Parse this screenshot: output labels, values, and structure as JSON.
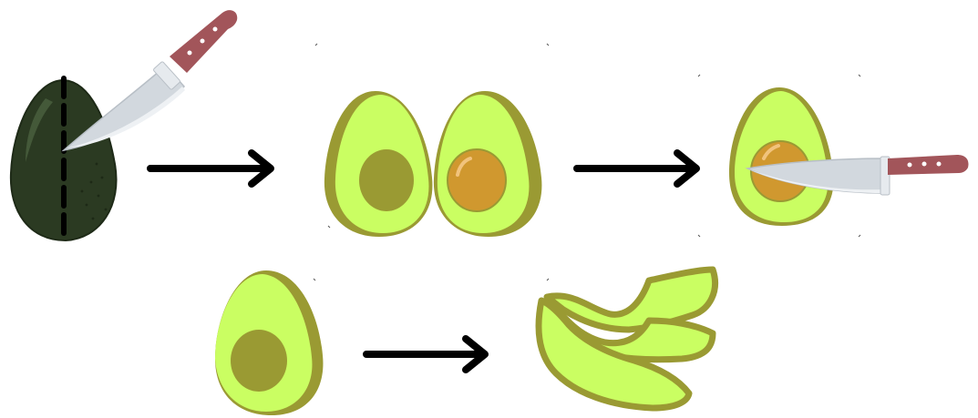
{
  "diagram": {
    "subject": "avocado",
    "steps": [
      {
        "id": "cut-whole-avocado",
        "icon": "avocado-with-knife-icon"
      },
      {
        "id": "open-halves",
        "icon": "avocado-halves-icon"
      },
      {
        "id": "remove-pit",
        "icon": "knife-in-pit-icon"
      },
      {
        "id": "pitted-half",
        "icon": "avocado-half-icon"
      },
      {
        "id": "sliced",
        "icon": "avocado-slices-icon"
      }
    ],
    "arrows": [
      {
        "from": "cut-whole-avocado",
        "to": "open-halves"
      },
      {
        "from": "open-halves",
        "to": "remove-pit"
      },
      {
        "from": "pitted-half",
        "to": "sliced"
      }
    ]
  },
  "colors": {
    "background": "#ffffff",
    "avocado_skin": "#2b3a22",
    "avocado_skin_highlight": "#3f5233",
    "avocado_flesh": "#cafe62",
    "avocado_rim": "#9a9a33",
    "pit_cavity": "#9a9a33",
    "pit": "#d0982f",
    "pit_highlight": "#f1c37d",
    "knife_blade": "#d2d8de",
    "knife_blade_light": "#eef1f4",
    "knife_handle": "#a2555a",
    "rivet": "#ffffff",
    "arrow": "#000000",
    "cut_line": "#000000"
  }
}
